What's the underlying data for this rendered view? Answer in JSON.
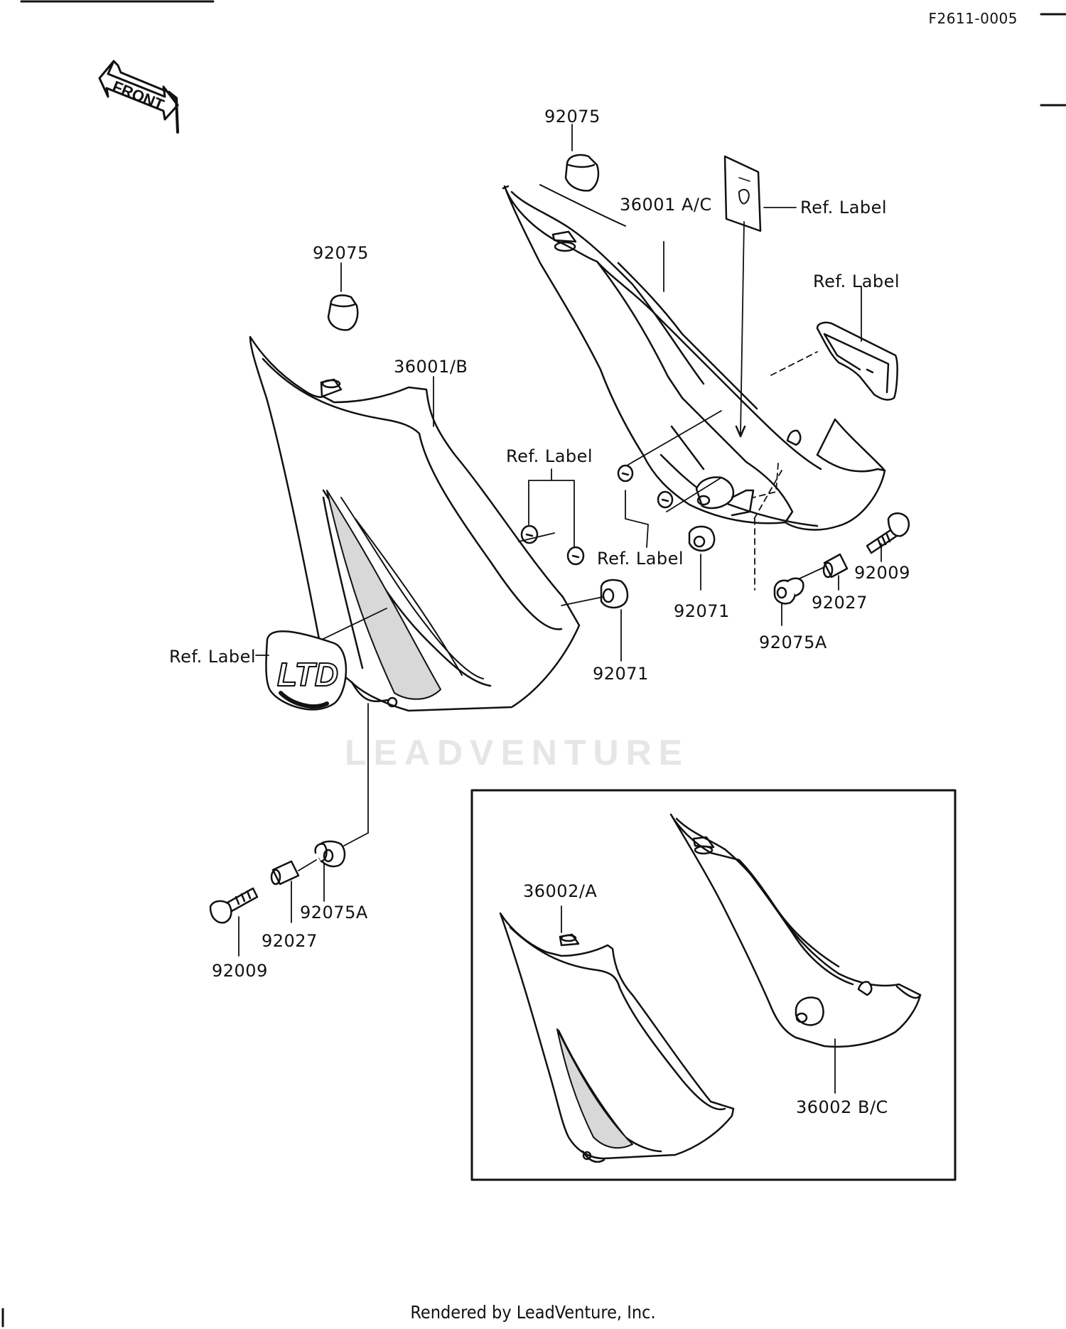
{
  "header": {
    "diagram_code": "F2611-0005"
  },
  "front_arrow": {
    "label": "FRONT"
  },
  "footer": {
    "credit": "Rendered by LeadVenture, Inc."
  },
  "watermark": {
    "text": "LEADVENTURE"
  },
  "emblem": {
    "text": "LTD"
  },
  "callouts": {
    "p92075_top": "92075",
    "p92075_left": "92075",
    "p36001_ac": "36001 A/C",
    "p36001_b": "36001/B",
    "ref_label_sticker": "Ref. Label",
    "ref_label_pad": "Ref. Label",
    "ref_label_mid": "Ref. Label",
    "ref_label_right": "Ref. Label",
    "ref_label_emblem": "Ref. Label",
    "p92071_right": "92071",
    "p92071_mid": "92071",
    "p92009_right": "92009",
    "p92027_right": "92027",
    "p92075a_right": "92075A",
    "p92075a_left": "92075A",
    "p92027_left": "92027",
    "p92009_left": "92009",
    "p36002_a": "36002/A",
    "p36002_bc": "36002 B/C"
  }
}
